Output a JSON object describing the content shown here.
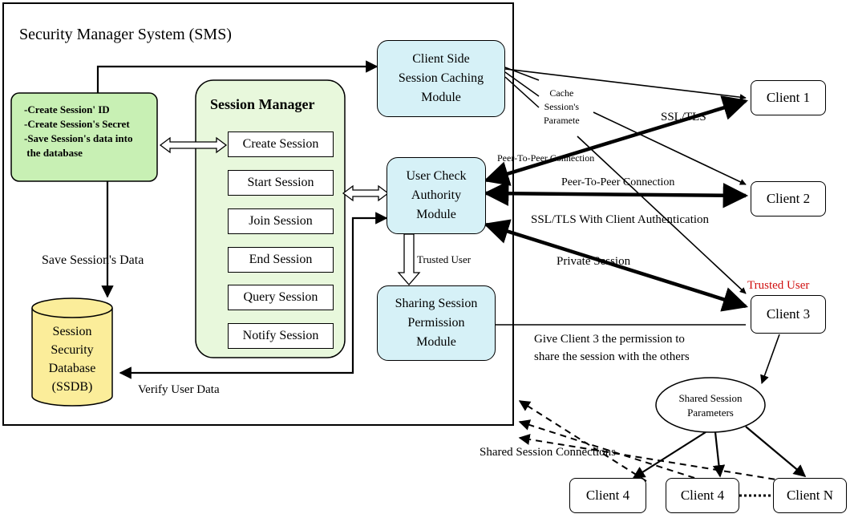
{
  "sms_title": "Security Manager System (SMS)",
  "create_box_lines": [
    "-Create Session' ID",
    "-Create Session's Secret",
    "-Save Session's data into",
    " the database"
  ],
  "session_manager": {
    "title": "Session Manager",
    "items": [
      "Create Session",
      "Start Session",
      "Join Session",
      "End Session",
      "Query Session",
      "Notify Session"
    ]
  },
  "db_lines": [
    "Session",
    "Security",
    "Database",
    "(SSDB)"
  ],
  "modules": {
    "client_side": [
      "Client Side",
      "Session Caching",
      "Module"
    ],
    "user_check": [
      "User Check",
      "Authority",
      "Module"
    ],
    "sharing": [
      "Sharing Session",
      "Permission",
      "Module"
    ]
  },
  "clients": {
    "c1": "Client 1",
    "c2": "Client 2",
    "c3": "Client 3",
    "c4a": "Client 4",
    "c4b": "Client 4",
    "cn": "Client N"
  },
  "shared_params": [
    "Shared Session",
    "Parameters"
  ],
  "labels": {
    "save_data": "Save Session's Data",
    "verify_user": "Verify User Data",
    "trusted_user_inner": "Trusted User",
    "trusted_user": "Trusted User",
    "cache_params": [
      "Cache",
      "Session's",
      "Paramete"
    ],
    "ssl_tls": "SSL/TLS",
    "p2p_1": "Peer-To-Peer Connection",
    "p2p_2": "Peer-To-Peer Connection",
    "ssl_client_auth": "SSL/TLS With Client Authentication",
    "private_session": "Private Session",
    "give_permission": [
      "Give Client 3 the permission to",
      "share the session with the others"
    ],
    "shared_connections": "Shared Session Connections"
  },
  "colors": {
    "cyan_fill": "#d6f1f7",
    "green_fill": "#c8f0b4",
    "session_manager_fill": "#e8f8dc",
    "db_fill": "#fbed9a",
    "trusted_red": "#d01010"
  }
}
